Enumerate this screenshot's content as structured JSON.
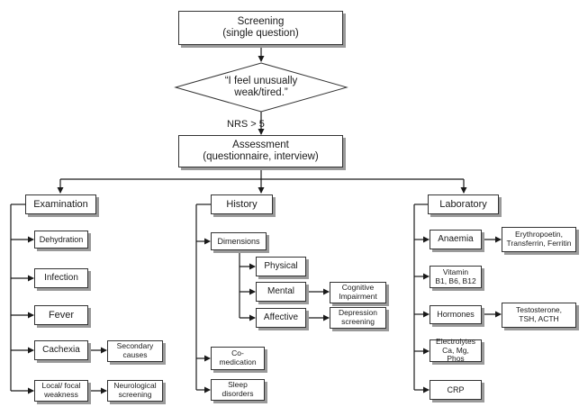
{
  "screening": {
    "line1": "Screening",
    "line2": "(single question)"
  },
  "question": {
    "line1": "“I feel unusually",
    "line2": "weak/tired.”"
  },
  "threshold": "NRS > 5",
  "assessment": {
    "line1": "Assessment",
    "line2": "(questionnaire, interview)"
  },
  "examination": {
    "header": "Examination",
    "dehydration": "Dehydration",
    "infection": "Infection",
    "fever": "Fever",
    "cachexia": "Cachexia",
    "secondary_causes": {
      "line1": "Secondary",
      "line2": "causes"
    },
    "local_weakness": {
      "line1": "Local/ focal",
      "line2": "weakness"
    },
    "neurological_screening": {
      "line1": "Neurological",
      "line2": "screening"
    }
  },
  "history": {
    "header": "History",
    "dimensions": "Dimensions",
    "physical": "Physical",
    "mental": "Mental",
    "cognitive_impairment": {
      "line1": "Cognitive",
      "line2": "Impairment"
    },
    "affective": "Affective",
    "depression_screening": {
      "line1": "Depression",
      "line2": "screening"
    },
    "comedication": {
      "line1": "Co-",
      "line2": "medication"
    },
    "sleep_disorders": {
      "line1": "Sleep",
      "line2": "disorders"
    }
  },
  "laboratory": {
    "header": "Laboratory",
    "anaemia": "Anaemia",
    "anaemia_tests": {
      "line1": "Erythropoetin,",
      "line2": "Transferrin, Ferritin"
    },
    "vitamin": {
      "line1": "Vitamin",
      "line2": "B1, B6, B12"
    },
    "hormones": "Hormones",
    "hormone_tests": {
      "line1": "Testosterone,",
      "line2": "TSH, ACTH"
    },
    "electrolytes": {
      "line1": "Electrolytes",
      "line2": "Ca, Mg, Phos"
    },
    "crp": "CRP"
  }
}
